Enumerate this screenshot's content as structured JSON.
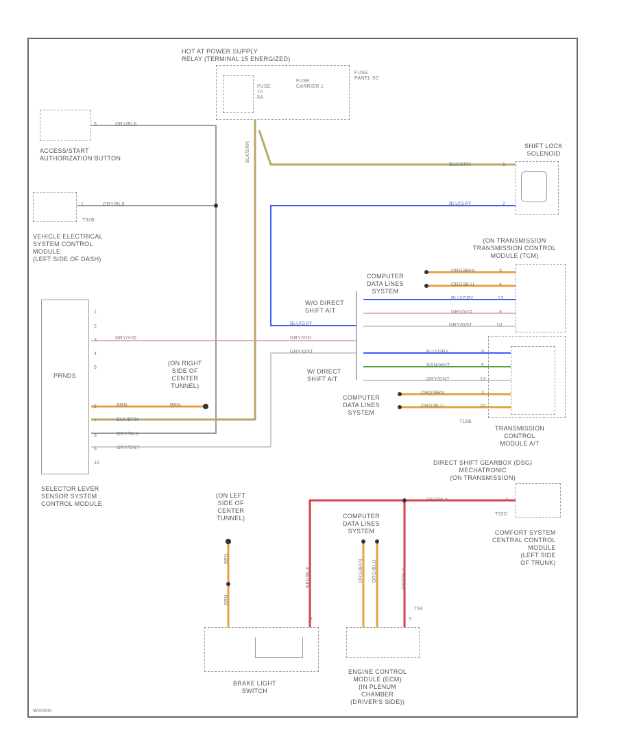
{
  "components": {
    "hot_power_supply": "HOT AT POWER SUPPLY\nRELAY (TERMINAL 15 ENERGIZED)",
    "fuse": "FUSE\n10\n5A",
    "fuse_carrier": "FUSE\nCARRIER 1",
    "fuse_panel": "FUSE\nPANEL SC",
    "accessory_button": "ACCESS/START\nAUTHORIZATION BUTTON",
    "vehicle_electrical": "VEHICLE ELECTRICAL\nSYSTEM CONTROL\nMODULE\n(LEFT SIDE OF DASH)",
    "vehicle_electrical_conn": "T32B",
    "prnds": "PRNDS",
    "prnds_pins": [
      "1",
      "2",
      "3",
      "4",
      "5",
      "6",
      "7",
      "8",
      "9",
      "10"
    ],
    "right_center_tunnel": "(ON RIGHT\nSIDE OF\nCENTER\nTUNNEL)",
    "selector_lever": "SELECTOR LEVER\nSENSOR SYSTEM\nCONTROL MODULE",
    "shift_lock": "SHIFT LOCK\nSOLENOID",
    "on_transmission": "(ON TRANSMISSION\nTRANSMISSION CONTROL\nMODULE (TCM)",
    "computer_data_lines_1": "COMPUTER\nDATA LINES\nSYSTEM",
    "wd_direct_shift_1": "W/O DIRECT\nSHIFT A/T",
    "wd_direct_shift_2": "W/ DIRECT\nSHIFT A/T",
    "computer_data_lines_2": "COMPUTER\nDATA LINES\nSYSTEM",
    "tcm_conn": "T16B",
    "transmission_control": "TRANSMISSION\nCONTROL\nMODULE A/T",
    "direct_shift_gearbox": "DIRECT SHIFT GEARBOX (DSG)\nMECHATRONIC\n(ON TRANSMISSION)",
    "comfort_conn": "T32D",
    "comfort_system": "COMFORT SYSTEM\nCENTRAL CONTROL\nMODULE\n(LEFT SIDE\nOF TRUNK)",
    "left_center_tunnel": "(ON LEFT\nSIDE OF\nCENTER\nTUNNEL)",
    "computer_data_lines_3": "COMPUTER\nDATA LINES\nSYSTEM",
    "ecm_conn": "T94",
    "brake_light": "BRAKE LIGHT\nSWITCH",
    "engine_control": "ENGINE CONTROL\nMODULE (ECM)\n(IN PLENUM\nCHAMBER\n(DRIVER'S SIDE))",
    "diagram_id": "W00000"
  },
  "wires": {
    "gry_blk_1": "GRY/BLK",
    "gry_blk_2": "GRY/BLK",
    "blk_brn_vert": "BLK/BRN",
    "blk_brn_shift": "BLK/BRN",
    "blu_gry_shift": "BLU/GRY",
    "org_brn_1": "ORG/BRN",
    "org_blu_1": "ORG/BLU",
    "blu_gry_2": "BLU/GRY",
    "gry_vio_1": "GRY/VIO",
    "gry_gnt_1": "GRY/GNT",
    "blu_gry_3": "BLU/GRY",
    "gry_vio_2": "GRY/VIO",
    "blu_gry_4": "BLU/GRY",
    "brn_wht": "BRN/WHT",
    "gry_gnt_2": "GRY/GNT",
    "gry_gnt_3": "GRY/GNT",
    "org_brn_2": "ORG/BRN",
    "org_blu_2": "ORG/BLU",
    "brn_1": "BRN",
    "blk_brn_2": "BLK/BRN",
    "gry_blk_3": "GRY/BLK",
    "gry_gnt_4": "GRY/GNT",
    "brn_2": "BRN",
    "red_blk_1": "RED/BLK",
    "brn_3": "BRN",
    "brn_4": "BRN",
    "red_blk_2": "RED/BLK",
    "org_brn_3": "ORG/BRN",
    "org_blu_3": "ORG/BLU",
    "red_blk_3": "RED/BLK"
  },
  "pins": {
    "p_acc": "5",
    "p_ves": "1",
    "p_sl1": "1",
    "p_sl2": "2",
    "p_t1": "3",
    "p_t2": "4",
    "p_t3": "13",
    "p_t4": "3",
    "p_t5": "10",
    "p_d1": "9",
    "p_d2": "5",
    "p_d3": "13",
    "p_d4": "3",
    "p_d5": "10",
    "p_cf": "3",
    "p_bl": "2",
    "p_ecm": "5"
  },
  "colors": {
    "gray": "#9a9a9a",
    "tan": "#b5a86a",
    "blue": "#3b5cff",
    "orange": "#e8a040",
    "red": "#d8404a",
    "pink": "#d89aa4",
    "green": "#5a9a4a",
    "dark": "#333333"
  }
}
